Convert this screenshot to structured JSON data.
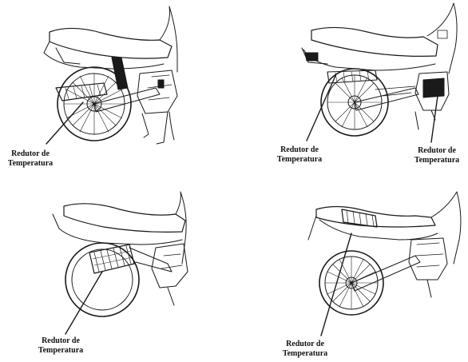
{
  "labels": {
    "top_left": {
      "line1": "Redutor de",
      "line2": "Temperatura"
    },
    "top_right_left": {
      "line1": "Redutor de",
      "line2": "Temperatura"
    },
    "top_right_right": {
      "line1": "Redutor de",
      "line2": "Temperatura"
    },
    "bottom_left": {
      "line1": "Redutor de",
      "line2": "Temperatura"
    },
    "bottom_right": {
      "line1": "Redutor de",
      "line2": "Temperatura"
    }
  },
  "colors": {
    "ink": "#1a1a1a",
    "background": "#ffffff"
  }
}
